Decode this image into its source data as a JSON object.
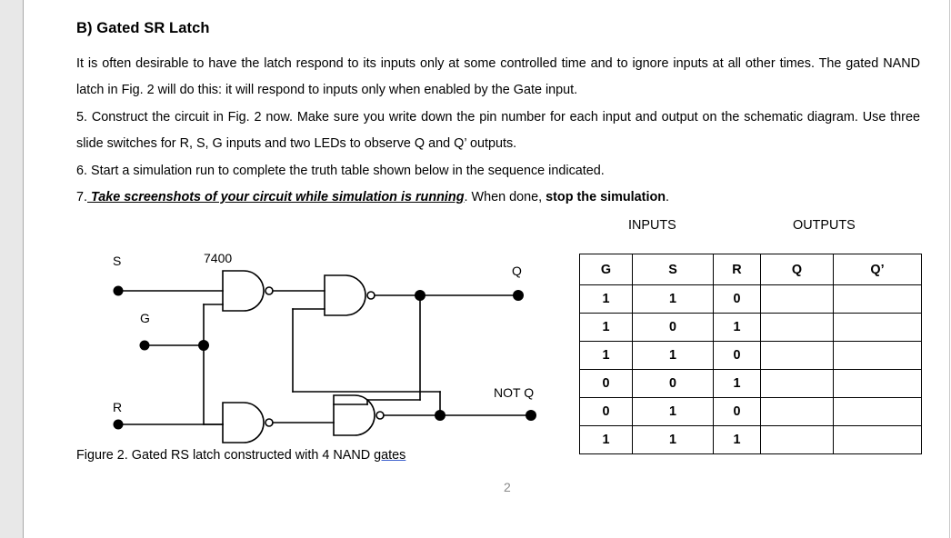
{
  "document": {
    "heading": "B) Gated SR Latch",
    "paragraphs": {
      "p1_part1": "It is often desirable to have the latch respond to its inputs only at some controlled time and to ignore inputs at all other times. The gated NAND latch in Fig. 2 will do this: it will respond to inputs only when enabled by the Gate input.",
      "p2_part1": "5. Construct the circuit in Fig. 2 now. Make sure you write down the pin number for each input and output on the schematic diagram. Use three slide switches for R, S, G inputs and two LEDs to observe Q and Q’ outputs.",
      "p3_part1": "6. Start a simulation run to complete the truth table shown below in the sequence indicated.",
      "p4_prefix": "7.",
      "p4_emphasis": " Take screenshots of your circuit while simulation is running",
      "p4_middle": ". When done, ",
      "p4_bold": "stop the simulation",
      "p4_suffix": "."
    },
    "caption_prefix": "Figure 2. Gated RS latch constructed with 4 NAND ",
    "caption_spellword": "gates",
    "page_number": "2"
  },
  "circuit": {
    "chip_label": "7400",
    "inputs": [
      {
        "name": "S",
        "label": "S"
      },
      {
        "name": "G",
        "label": "G"
      },
      {
        "name": "R",
        "label": "R"
      }
    ],
    "outputs": [
      {
        "name": "Q",
        "label": "Q"
      },
      {
        "name": "NOT Q",
        "label": "NOT Q"
      }
    ],
    "gate_count": 4,
    "gate_type": "NAND"
  },
  "truth_table": {
    "group_labels": {
      "inputs": "INPUTS",
      "outputs": "OUTPUTS"
    },
    "headers": [
      "G",
      "S",
      "R",
      "Q",
      "Q’"
    ],
    "rows": [
      [
        "1",
        "1",
        "0",
        "",
        ""
      ],
      [
        "1",
        "0",
        "1",
        "",
        ""
      ],
      [
        "1",
        "1",
        "0",
        "",
        ""
      ],
      [
        "0",
        "0",
        "1",
        "",
        ""
      ],
      [
        "0",
        "1",
        "0",
        "",
        ""
      ],
      [
        "1",
        "1",
        "1",
        "",
        ""
      ]
    ]
  },
  "colors": {
    "text": "#000000",
    "gutter": "#e8e8e8",
    "spellcheck_underline": "#3a5fcd",
    "page_number": "#8a8a8a"
  }
}
